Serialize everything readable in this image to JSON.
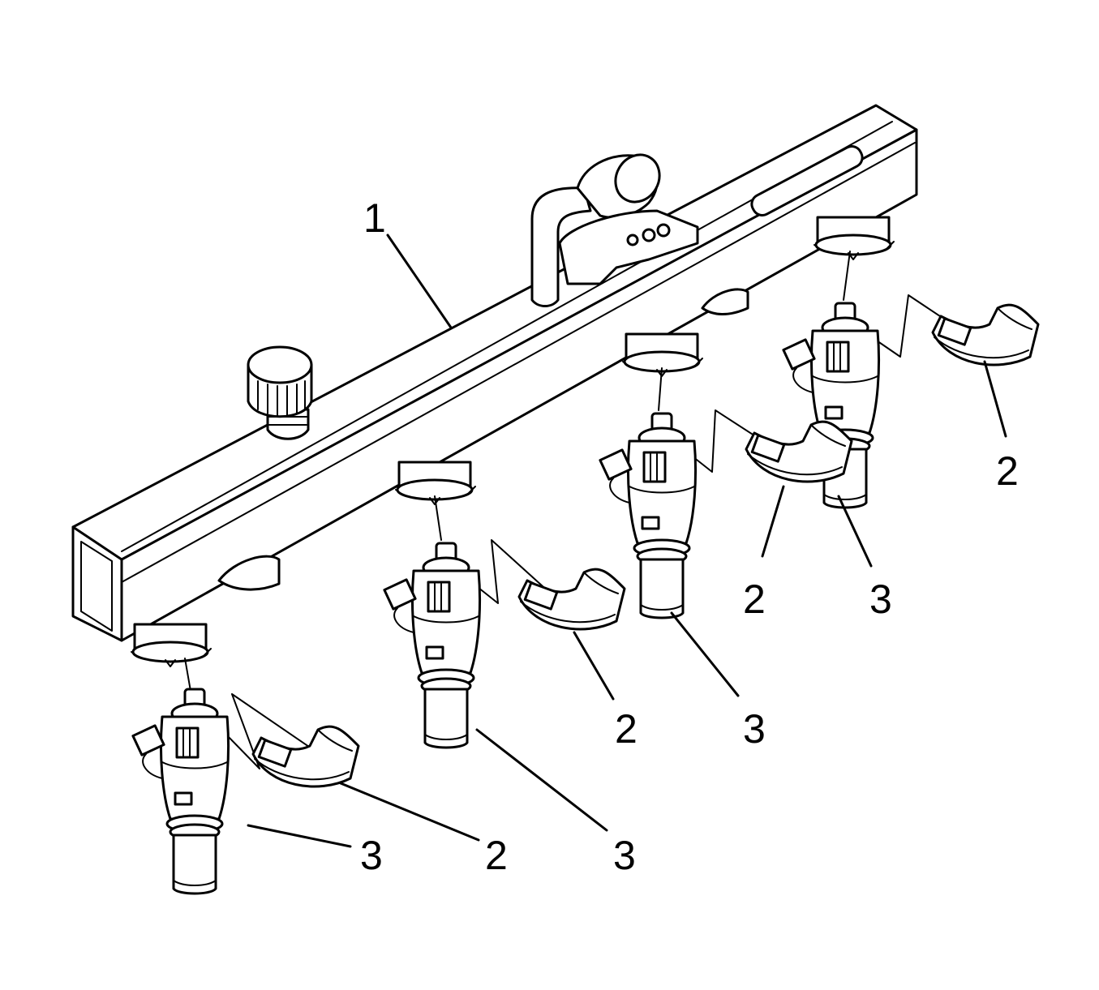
{
  "callouts": {
    "rail": "1",
    "clip": "2",
    "injector": "3"
  },
  "colors": {
    "line": "#000000",
    "background": "#ffffff"
  }
}
